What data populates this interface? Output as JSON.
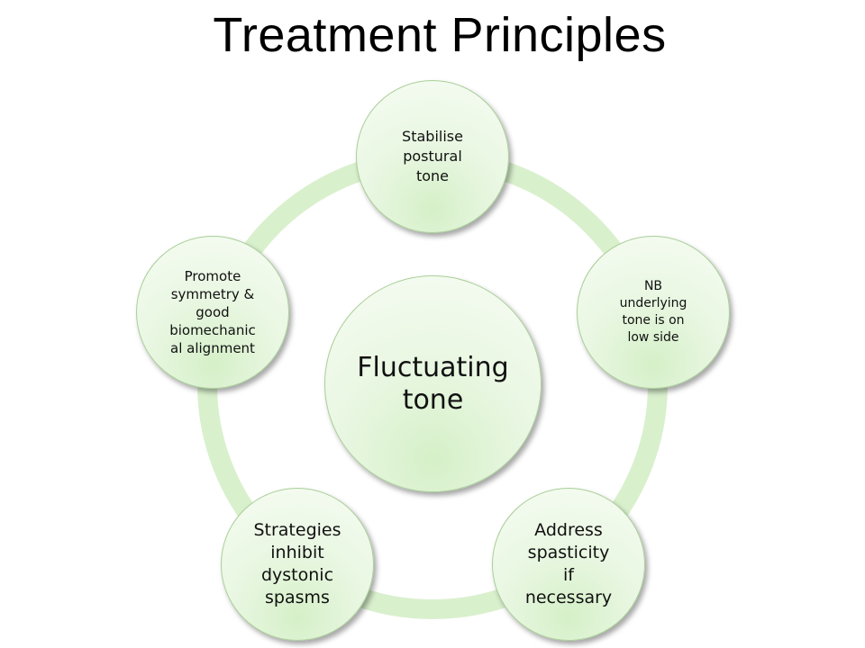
{
  "title": "Treatment Principles",
  "center": {
    "label": "Fluctuating\ntone"
  },
  "cycle": [
    {
      "label": "Stabilise\npostural\ntone"
    },
    {
      "label": "NB\nunderlying\ntone is on\nlow side"
    },
    {
      "label": "Address\nspasticity\nif\nnecessary"
    },
    {
      "label": "Strategies\ninhibit\ndystonic\nspasms"
    },
    {
      "label": "Promote\nsymmetry &\ngood\nbiomechanic\nal alignment"
    }
  ],
  "colors": {
    "ring": "#d9f0cd",
    "node_border": "#a9cf98",
    "node_fill": "#e9f7e2",
    "text": "#111111"
  }
}
